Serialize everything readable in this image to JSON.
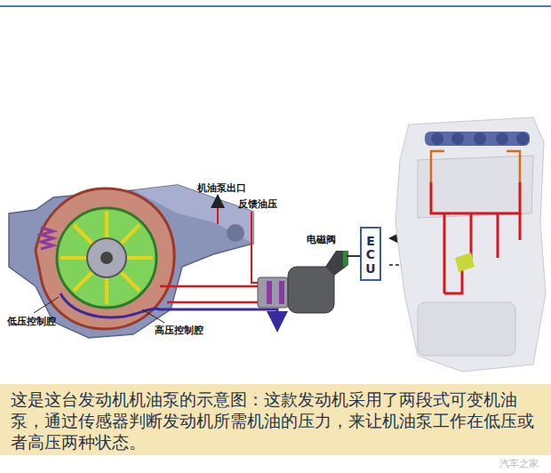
{
  "diagram": {
    "caption": "这是这台发动机机油泵的示意图：这款发动机采用了两段式可变机油泵，通过传感器判断发动机所需机油的压力，来让机油泵工作在低压或者高压两种状态。",
    "nodes": [
      {
        "text": [
          "电磁阀"
        ]
      },
      {
        "text": [
          "ECU"
        ]
      }
    ],
    "edges": [
      {
        "from": 1,
        "to": 0,
        "arrow": "none"
      }
    ],
    "labels": [
      "机油泵出口",
      "反馈油压",
      "低压控制腔",
      "高压控制腔",
      "汽车之家"
    ]
  }
}
